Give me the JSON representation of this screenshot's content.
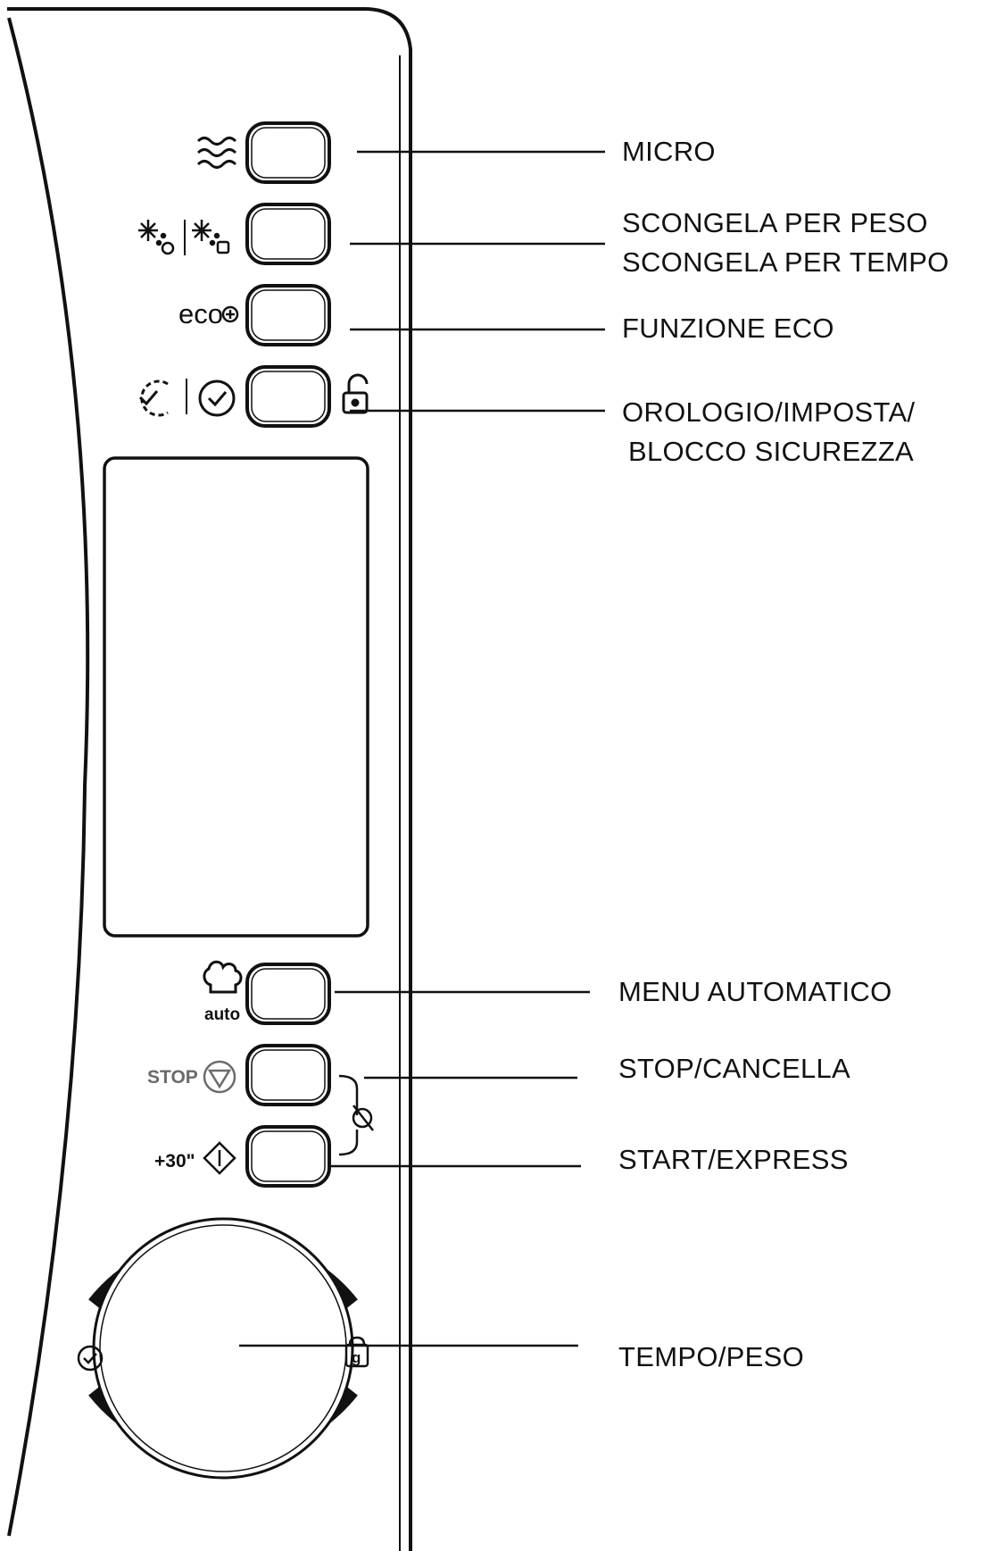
{
  "panel_labels": {
    "eco": "eco",
    "auto": "auto",
    "stop": "STOP",
    "plus30": "+30\"",
    "weight_g": "g"
  },
  "callouts": {
    "micro": "MICRO",
    "defrost_weight": "SCONGELA PER PESO",
    "defrost_time": "SCONGELA PER TEMPO",
    "eco_function": "FUNZIONE ECO",
    "clock_line1": "OROLOGIO/IMPOSTA/",
    "clock_line2": "BLOCCO SICUREZZA",
    "auto_menu": "MENU AUTOMATICO",
    "stop_cancel": "STOP/CANCELLA",
    "start_express": "START/EXPRESS",
    "time_weight": "TEMPO/PESO"
  },
  "colors": {
    "ink": "#111111",
    "grey_label": "#6b6b6b"
  }
}
